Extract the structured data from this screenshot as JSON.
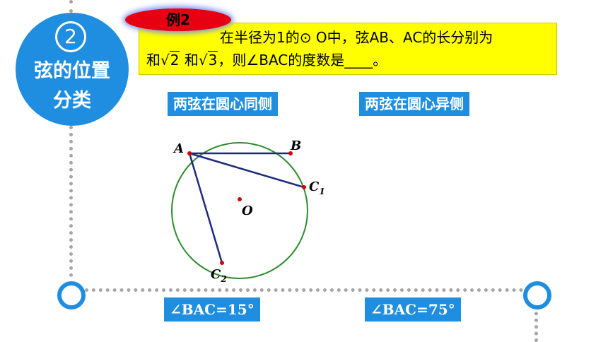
{
  "badge": {
    "number": "2",
    "title": "弦的位置\n分类"
  },
  "example": {
    "tag": "例2",
    "line1": "在半径为1的⊙ O中，弦AB、AC的长分别为",
    "line2_prefix": "和",
    "sqrt_a": "2",
    "line2_mid": " 和",
    "sqrt_b": "3",
    "line2_suffix": "，则∠BAC的度数是____。"
  },
  "cases": {
    "same_side_label": "两弦在圆心同侧",
    "opposite_side_label": "两弦在圆心异侧"
  },
  "answers": {
    "same_side": "∠BAC=15°",
    "opposite_side": "∠BAC=75°"
  },
  "diagram": {
    "points": {
      "A": "A",
      "B": "B",
      "C1": {
        "letter": "C",
        "sub": "1"
      },
      "C2": {
        "letter": "C",
        "sub": "2"
      },
      "O": "O"
    },
    "colors": {
      "circle": "#2e8b2e",
      "chord": "#1f2a7a",
      "point": "#d40000"
    }
  },
  "colors": {
    "accent": "#1f8ee0",
    "problem_bg": "#ffff00",
    "tag_bg": "#e60012",
    "dots": "#a6a6a6"
  }
}
